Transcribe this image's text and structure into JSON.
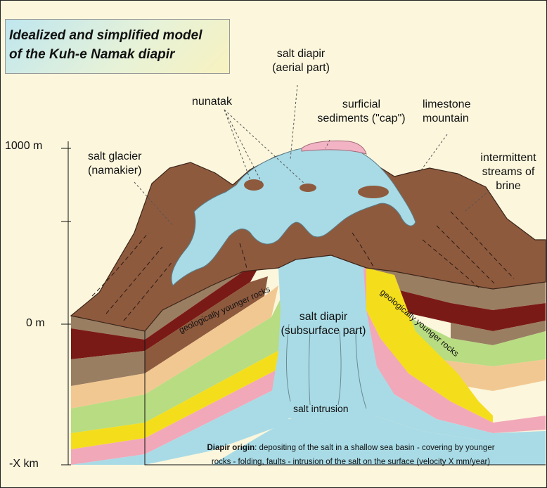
{
  "title": {
    "line1": "Idealized and simplified model",
    "line2": "of the Kuh-e Namak diapir"
  },
  "axis": {
    "top": "1000 m",
    "zero": "0 m",
    "bottom": "-X km"
  },
  "labels": {
    "aerial_1": "salt diapir",
    "aerial_2": "(aerial part)",
    "nunatak": "nunatak",
    "surficial_1": "surficial",
    "surficial_2": "sediments (\"cap\")",
    "limestone_1": "limestone",
    "limestone_2": "mountain",
    "glacier_1": "salt glacier",
    "glacier_2": "(namakier)",
    "streams_1": "intermittent",
    "streams_2": "streams of",
    "streams_3": "brine",
    "subsurface_1": "salt diapir",
    "subsurface_2": "(subsurface part)",
    "intrusion": "salt intrusion",
    "younger_left": "geologically younger rocks",
    "younger_right": "geologically younger rocks"
  },
  "caption": {
    "bold": "Diapir origin",
    "line1": ": depositing of the salt in a shallow sea basin - covering by younger",
    "line2": "rocks - folding, faults - intrusion of the salt on the surface (velocity X mm/year)"
  },
  "colors": {
    "background": "#fbf6dc",
    "salt": "#a9dbe6",
    "rock_brown": "#8e5a3e",
    "dark_red": "#7a1a16",
    "taupe": "#9a7e62",
    "tan": "#f2c892",
    "green": "#b7dc82",
    "yellow": "#f4de1c",
    "pink": "#f1a8b9",
    "cap": "#f2b3c4"
  }
}
